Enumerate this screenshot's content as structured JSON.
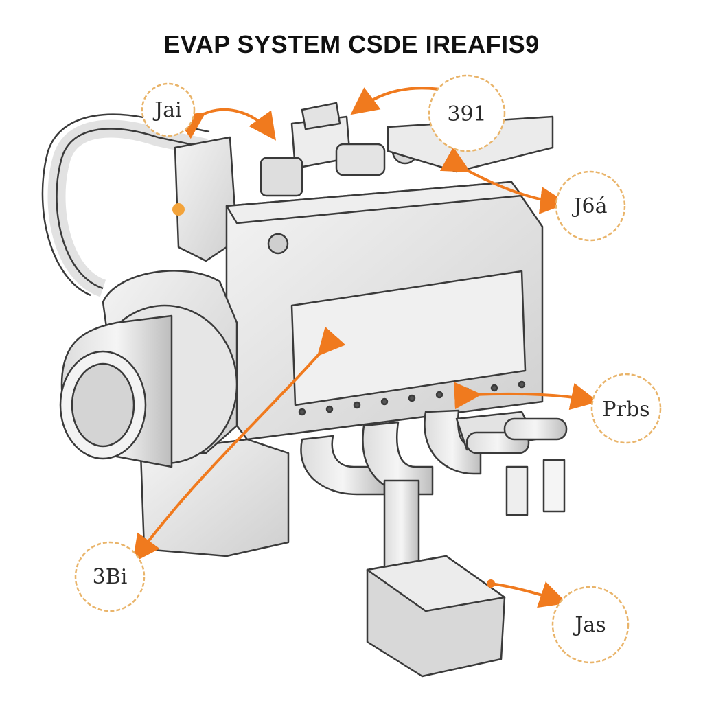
{
  "title": "EVAP SYSTEM CSDE IREAFIS9",
  "accent_color": "#f07a1e",
  "ink_color": "#3a3a3a",
  "callouts": [
    {
      "id": "jai",
      "label": "Jai"
    },
    {
      "id": "391",
      "label": "391"
    },
    {
      "id": "j6a",
      "label": "J6á"
    },
    {
      "id": "prbs",
      "label": "Prbs"
    },
    {
      "id": "3bi",
      "label": "3Bi"
    },
    {
      "id": "jas",
      "label": "Jas"
    }
  ]
}
